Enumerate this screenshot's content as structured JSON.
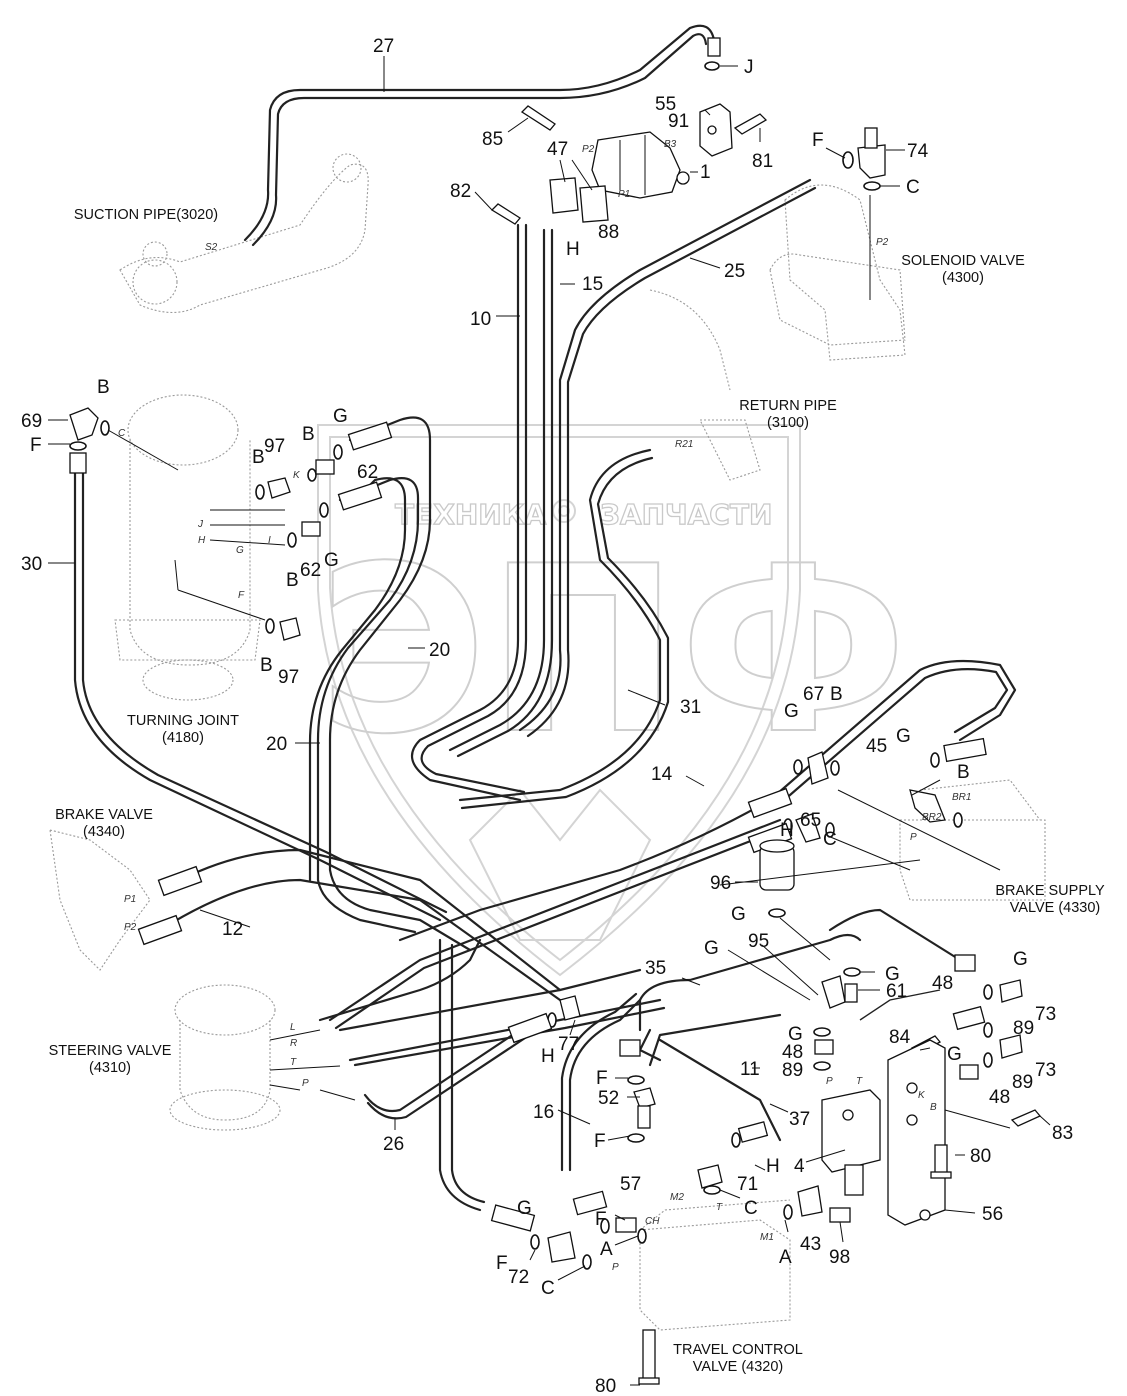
{
  "watermark": {
    "left_word": "ТЕХНИКА",
    "right_word": "ЗАПЧАСТИ",
    "big_mark": "ЭПФ"
  },
  "captions": {
    "suction_pipe": "SUCTION PIPE(3020)",
    "solenoid_valve_1": "SOLENOID VALVE",
    "solenoid_valve_2": "(4300)",
    "return_pipe_1": "RETURN PIPE",
    "return_pipe_2": "(3100)",
    "turning_joint_1": "TURNING JOINT",
    "turning_joint_2": "(4180)",
    "brake_valve_1": "BRAKE VALVE",
    "brake_valve_2": "(4340)",
    "brake_supply_1": "BRAKE SUPPLY",
    "brake_supply_2": "VALVE (4330)",
    "steering_valve_1": "STEERING VALVE",
    "steering_valve_2": "(4310)",
    "travel_control_1": "TRAVEL CONTROL",
    "travel_control_2": "VALVE (4320)"
  },
  "callouts": {
    "p27": "27",
    "pJ": "J",
    "p55": "55",
    "p85": "85",
    "p91": "91",
    "p81": "81",
    "p47": "47",
    "pF_sol": "F",
    "p74": "74",
    "pC_sol": "C",
    "p1": "1",
    "p82": "82",
    "p88": "88",
    "pH_pump": "H",
    "p15": "15",
    "p25": "25",
    "p10": "10",
    "pB_tj": "B",
    "p69": "69",
    "pF_tj": "F",
    "p97a": "97",
    "pB_97a": "B",
    "pB_k": "B",
    "pG_top": "G",
    "p62a": "62",
    "p30": "30",
    "pB_low": "B",
    "p62b": "62",
    "pG_low": "G",
    "p20a": "20",
    "pB_97b": "B",
    "p97b": "97",
    "p31": "31",
    "p20b": "20",
    "pG_67": "G",
    "p67": "67",
    "pB_67": "B",
    "p45": "45",
    "pG_45": "G",
    "pB_45": "B",
    "p14": "14",
    "pH_65": "H",
    "p65": "65",
    "pC_65": "C",
    "p96": "96",
    "p12": "12",
    "pG_96": "G",
    "p95": "95",
    "pG_35": "G",
    "p35": "35",
    "pG_61": "G",
    "p61": "61",
    "p48a": "48",
    "pG_73": "G",
    "p73a": "73",
    "p89a": "89",
    "p84": "84",
    "pG_48": "G",
    "p48b": "48",
    "p89b": "89",
    "p73b": "73",
    "pG_89": "G",
    "p89c": "89",
    "p48c": "48",
    "p83": "83",
    "pH_77": "H",
    "p77": "77",
    "p11": "11",
    "p37": "37",
    "pF_52a": "F",
    "p52": "52",
    "p16": "16",
    "pF_52b": "F",
    "p26": "26",
    "pH_71": "H",
    "p71": "71",
    "p4": "4",
    "p80a": "80",
    "pC_71": "C",
    "p57": "57",
    "pG_72": "G",
    "pF_57": "F",
    "pA_57": "A",
    "p43": "43",
    "p56": "56",
    "pF_72": "F",
    "p72": "72",
    "pC_72": "C",
    "pA_43": "A",
    "p98": "98",
    "p80b": "80"
  },
  "port_marks": {
    "s2": "S2",
    "p2_sol": "P2",
    "c_tj": "C",
    "k_tj": "K",
    "j_tj": "J",
    "h_tj": "H",
    "g_tj": "G",
    "i_tj": "I",
    "f_tj": "F",
    "r21": "R21",
    "br1": "BR1",
    "br2": "BR2",
    "p_bs": "P",
    "p1_bv": "P1",
    "p2_bv": "P2",
    "l_sv": "L",
    "r_sv": "R",
    "t_sv": "T",
    "p_sv": "P",
    "p2_pump": "P2",
    "b3_pump": "B3",
    "p1_pump": "P1",
    "m2": "M2",
    "m1": "M1",
    "ch": "CH",
    "p_tcv": "P",
    "t_tcv": "T",
    "t_4": "T",
    "p_4": "P",
    "k_4": "K",
    "b_4": "B"
  },
  "icons": [
    "gear-icon",
    "shield-icon"
  ],
  "colors": {
    "line": "#222222",
    "watermark": "#cfcfcf"
  }
}
